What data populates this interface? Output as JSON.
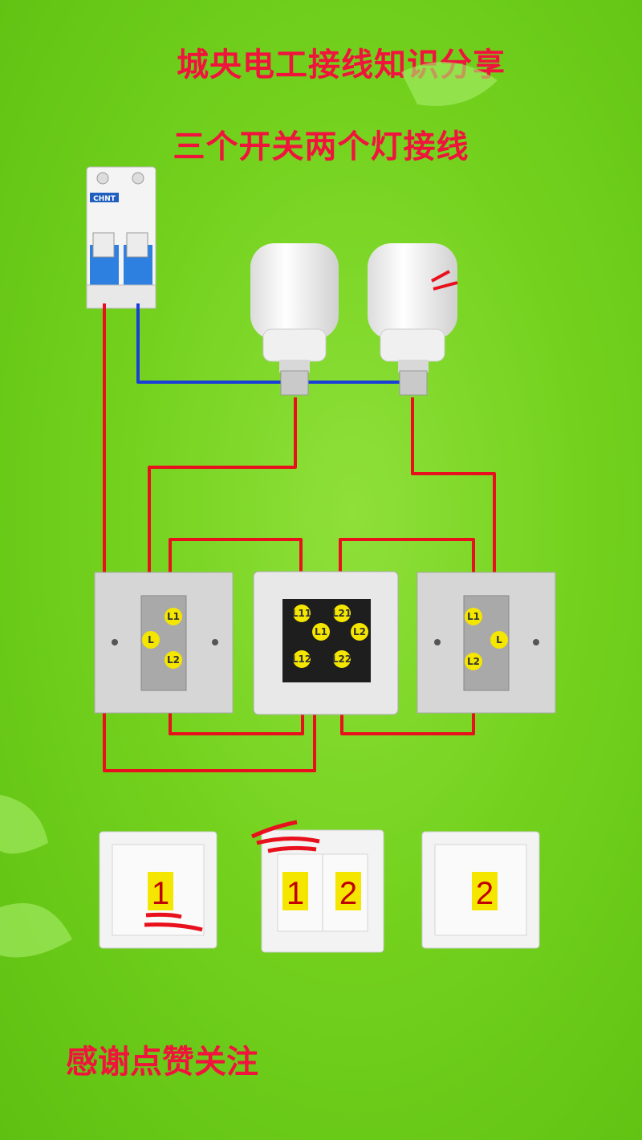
{
  "title": "城央电工接线知识分享",
  "subtitle": "三个开关两个灯接线",
  "footer": "感谢点赞关注",
  "breaker": {
    "brand": "CHNT"
  },
  "terminals": {
    "left_switch": [
      "L1",
      "L",
      "L2"
    ],
    "double_switch": [
      "L11",
      "L21",
      "L1",
      "L2",
      "L12",
      "L22"
    ],
    "right_switch": [
      "L1",
      "L",
      "L2"
    ]
  },
  "panels": {
    "left": [
      "1"
    ],
    "middle": [
      "1",
      "2"
    ],
    "right": [
      "2"
    ]
  },
  "colors": {
    "live_wire": "#e8101c",
    "neutral_wire": "#1a3fd8",
    "title": "#f0143c",
    "label_bg": "#f5e600"
  }
}
